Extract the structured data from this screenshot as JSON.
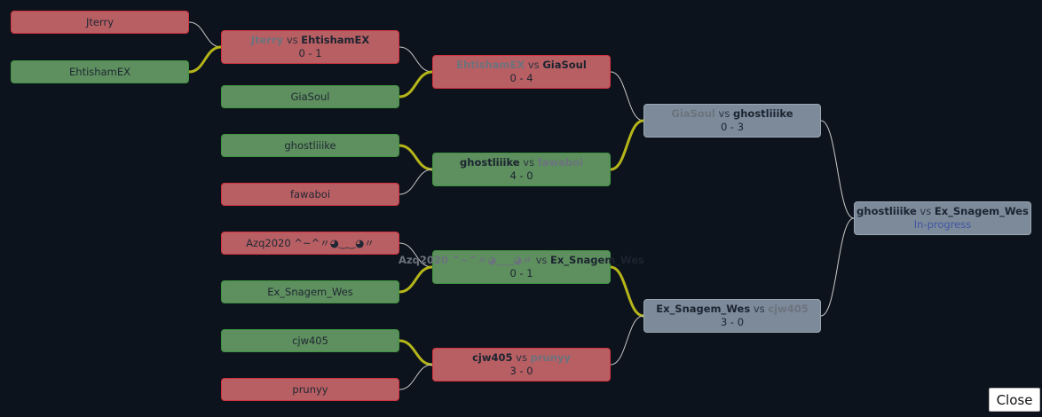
{
  "leaves": [
    {
      "name": "Jterry",
      "status": "loss"
    },
    {
      "name": "EhtishamEX",
      "status": "win"
    },
    {
      "name": "GiaSoul",
      "status": "win"
    },
    {
      "name": "ghostliiike",
      "status": "win"
    },
    {
      "name": "fawaboi",
      "status": "loss"
    },
    {
      "name": "Azq2020 ^~^〃◕‿‿◕〃",
      "status": "loss"
    },
    {
      "name": "Ex_Snagem_Wes",
      "status": "win"
    },
    {
      "name": "cjw405",
      "status": "win"
    },
    {
      "name": "prunyy",
      "status": "loss"
    }
  ],
  "matches": [
    {
      "p1": "Jterry",
      "p2": "EhtishamEX",
      "winner": 2,
      "vs": "vs",
      "score": "0 - 1",
      "status": "loss"
    },
    {
      "p1": "EhtishamEX",
      "p2": "GiaSoul",
      "winner": 2,
      "vs": "vs",
      "score": "0 - 4",
      "status": "loss"
    },
    {
      "p1": "ghostliiike",
      "p2": "fawaboi",
      "winner": 1,
      "vs": "vs",
      "score": "4 - 0",
      "status": "win"
    },
    {
      "p1": "Azq2020 ^~^〃◕‿‿◕〃",
      "p2": "Ex_Snagem_Wes",
      "winner": 2,
      "vs": "vs",
      "score": "0 - 1",
      "status": "win"
    },
    {
      "p1": "cjw405",
      "p2": "prunyy",
      "winner": 1,
      "vs": "vs",
      "score": "3 - 0",
      "status": "loss"
    },
    {
      "p1": "GiaSoul",
      "p2": "ghostliiike",
      "winner": 2,
      "vs": "vs",
      "score": "0 - 3",
      "status": "pending"
    },
    {
      "p1": "Ex_Snagem_Wes",
      "p2": "cjw405",
      "winner": 1,
      "vs": "vs",
      "score": "3 - 0",
      "status": "pending"
    },
    {
      "p1": "ghostliiike",
      "p2": "Ex_Snagem_Wes",
      "winner": 0,
      "vs": "vs",
      "score": "In-progress",
      "status": "pending"
    }
  ],
  "close_label": "Close",
  "colors": {
    "background": "#0d131c",
    "loss_fill": "#b85f63",
    "win_fill": "#5e8f5e",
    "pending_fill": "#7d8a9a",
    "winner_link": "#b5b51a",
    "other_link": "#c8c8c8",
    "in_progress_text": "#3e56a3"
  }
}
